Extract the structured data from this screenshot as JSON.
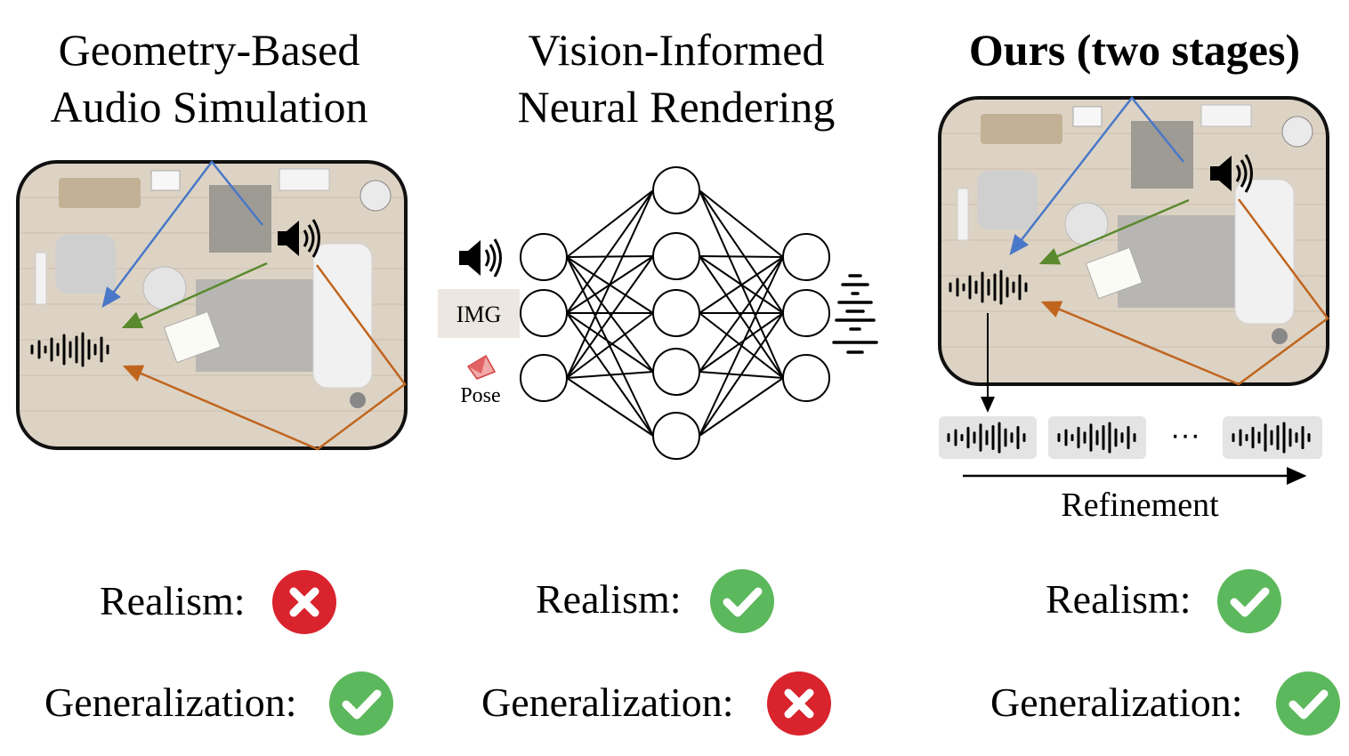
{
  "columns": {
    "left": {
      "title": "Geometry-Based\nAudio Simulation"
    },
    "mid": {
      "title": "Vision-Informed\nNeural Rendering",
      "inputs": {
        "img": "IMG",
        "pose": "Pose"
      }
    },
    "right": {
      "title": "Ours (two stages)",
      "refinement": "Refinement",
      "ellipsis": "···"
    }
  },
  "metrics": {
    "realism_label": "Realism:",
    "generalization_label": "Generalization:",
    "left": {
      "realism": "cross",
      "generalization": "check"
    },
    "mid": {
      "realism": "check",
      "generalization": "cross"
    },
    "right": {
      "realism": "check",
      "generalization": "check"
    }
  },
  "colors": {
    "check": "#5cb85c",
    "cross": "#d9232d",
    "ray_blue": "#4a78c8",
    "ray_green": "#5a8a2e",
    "ray_orange": "#c0651e",
    "wave_bg": "#e4e4e4"
  }
}
